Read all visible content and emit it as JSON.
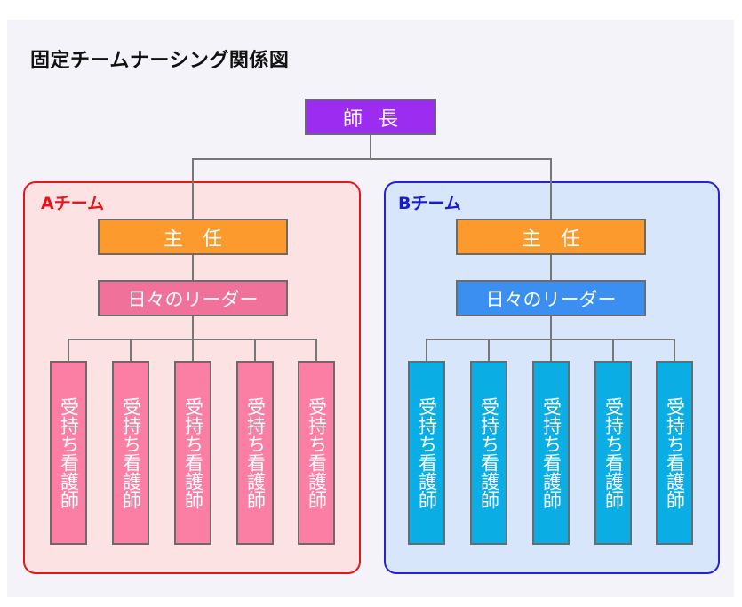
{
  "title": "固定チームナーシング関係図",
  "head": "師長",
  "teams": [
    {
      "label": "Aチーム",
      "chief": "主任",
      "leader": "日々のリーダー",
      "nurses": [
        "受持ち看護師",
        "受持ち看護師",
        "受持ち看護師",
        "受持ち看護師",
        "受持ち看護師"
      ]
    },
    {
      "label": "Bチーム",
      "chief": "主任",
      "leader": "日々のリーダー",
      "nurses": [
        "受持ち看護師",
        "受持ち看護師",
        "受持ち看護師",
        "受持ち看護師",
        "受持ち看護師"
      ]
    }
  ],
  "colors": {
    "head": "#9b2cf0",
    "chief": "#fd9a2e",
    "team_a_leader": "#f0729b",
    "team_a_nurse": "#fb7fa5",
    "team_b_leader": "#3b8ff0",
    "team_b_nurse": "#0aaee4",
    "team_a_border": "#e8141b",
    "team_b_border": "#2222d8"
  }
}
